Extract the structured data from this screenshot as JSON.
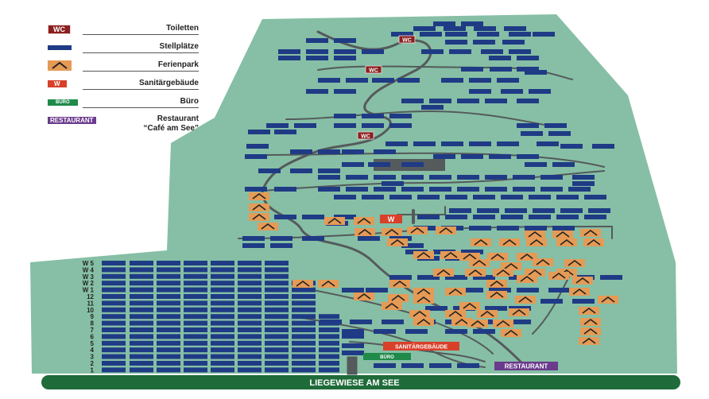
{
  "legend": {
    "wc_symbol": "WC",
    "wc_label": "Toiletten",
    "stell_label": "Stellplätze",
    "ferien_label": "Ferienpark",
    "san_symbol": "W",
    "san_label": "Sanitärgebäude",
    "buero_symbol": "BÜRO",
    "buero_label": "Büro",
    "rest_symbol": "RESTAURANT",
    "rest_label_1": "Restaurant",
    "rest_label_2": "“Café am See”"
  },
  "map": {
    "wc_markers": [
      "WC",
      "WC",
      "WC"
    ],
    "san_marker": "W",
    "sanitaer_label": "SANITÄRGEBÄUDE",
    "buero_label": "BÜRO",
    "restaurant_label": "RESTAURANT",
    "lake_label": "LIEGEWIESE AM SEE",
    "row_labels": [
      "W 5",
      "W 4",
      "W 3",
      "W 2",
      "W 1",
      "12",
      "11",
      "10",
      "9",
      "8",
      "7",
      "6",
      "5",
      "4",
      "3",
      "2",
      "1"
    ]
  },
  "colors": {
    "ground": "#86bfa5",
    "path": "#555a5c",
    "pitch": "#1f3b85",
    "holiday": "#e59a55",
    "wc": "#8a1f1f",
    "sanitaer": "#d8402a",
    "buero": "#1f8a4a",
    "restaurant": "#6a3a8c",
    "lake": "#1f6b3a"
  }
}
